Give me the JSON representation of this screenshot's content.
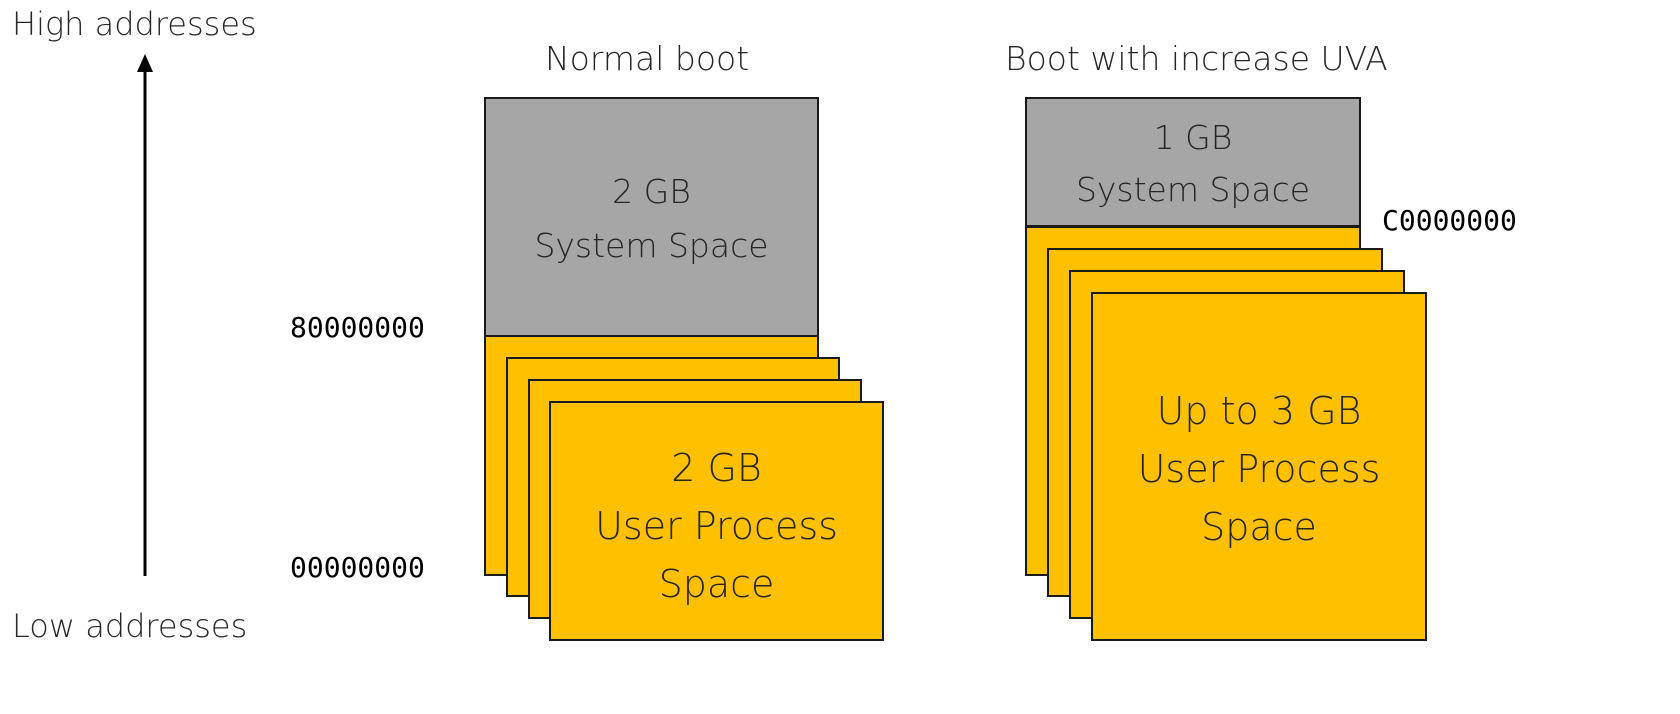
{
  "axis": {
    "high_label": "High addresses",
    "low_label": "Low addresses"
  },
  "normal_boot": {
    "title": "Normal boot",
    "system_space": {
      "size": "2 GB",
      "label": "System Space"
    },
    "user_space": {
      "line1": "2 GB",
      "line2": "User Process",
      "line3": "Space"
    },
    "boundary_address": "80000000",
    "base_address": "00000000"
  },
  "uva_boot": {
    "title": "Boot with increase UVA",
    "system_space": {
      "size": "1 GB",
      "label": "System Space"
    },
    "user_space": {
      "line1": "Up to 3 GB",
      "line2": "User Process",
      "line3": "Space"
    },
    "boundary_address": "C0000000"
  },
  "colors": {
    "system_space": "#a6a6a6",
    "user_space": "#ffc000",
    "border": "#1a1a1a"
  }
}
